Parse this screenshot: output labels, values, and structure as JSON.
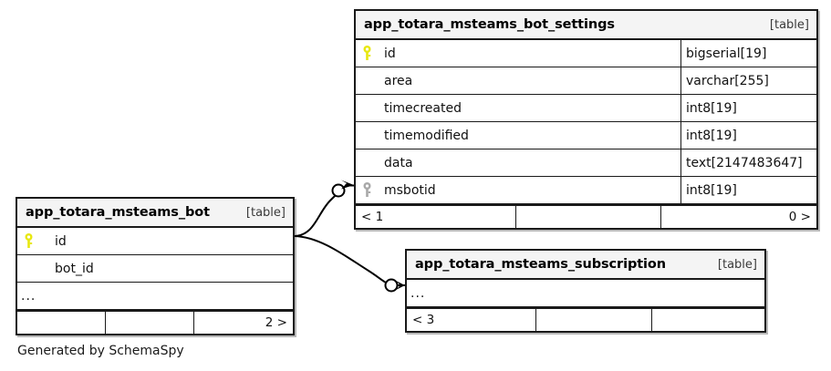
{
  "diagram": {
    "generator_caption": "Generated by SchemaSpy",
    "kind_label": "[table]",
    "ellipsis": "...",
    "colors": {
      "primary_key": "#e8e80f",
      "foreign_key": "#a8a8a8",
      "border": "#1a1a1a",
      "header_bg": "#f4f4f4",
      "table_bg": "#ffffff",
      "page_bg": "#ffffff"
    }
  },
  "tables": {
    "bot_settings": {
      "name": "app_totara_msteams_bot_settings",
      "kind": "[table]",
      "columns": [
        {
          "key": "primary-key-icon",
          "name": "id",
          "type": "bigserial[19]"
        },
        {
          "key": "none",
          "name": "area",
          "type": "varchar[255]"
        },
        {
          "key": "none",
          "name": "timecreated",
          "type": "int8[19]"
        },
        {
          "key": "none",
          "name": "timemodified",
          "type": "int8[19]"
        },
        {
          "key": "none",
          "name": "data",
          "type": "text[2147483647]"
        },
        {
          "key": "foreign-key-icon",
          "name": "msbotid",
          "type": "int8[19]"
        }
      ],
      "footer": {
        "left": "< 1",
        "middle": "",
        "right": "0 >"
      }
    },
    "bot": {
      "name": "app_totara_msteams_bot",
      "kind": "[table]",
      "columns": [
        {
          "key": "primary-key-icon",
          "name": "id",
          "type": ""
        },
        {
          "key": "none",
          "name": "bot_id",
          "type": ""
        }
      ],
      "ellipsis_row": "...",
      "footer": {
        "left": "",
        "middle": "",
        "right": "2 >"
      }
    },
    "subscription": {
      "name": "app_totara_msteams_subscription",
      "kind": "[table]",
      "ellipsis_row": "...",
      "footer": {
        "left": "< 3",
        "middle": "",
        "right": ""
      }
    }
  },
  "relationships": [
    {
      "name": "bot-id-to-bot-settings-msbotid",
      "from": "app_totara_msteams_bot.id",
      "to": "app_totara_msteams_bot_settings.msbotid"
    },
    {
      "name": "bot-id-to-subscription",
      "from": "app_totara_msteams_bot.id",
      "to": "app_totara_msteams_subscription"
    }
  ]
}
